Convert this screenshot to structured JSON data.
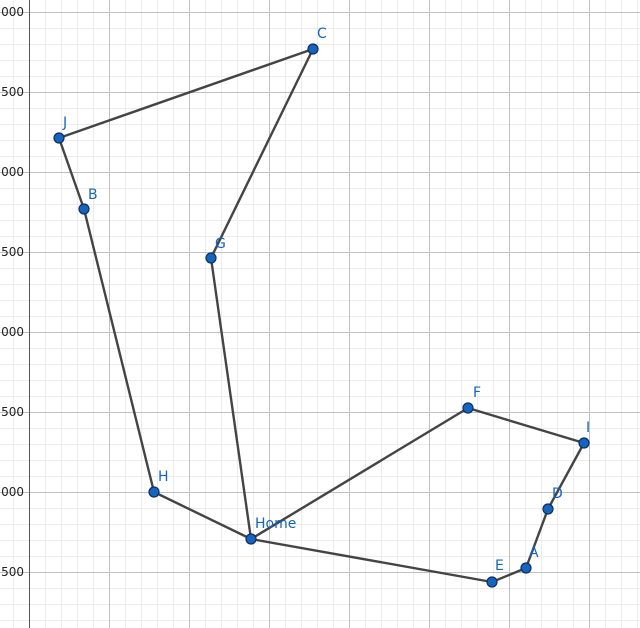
{
  "y_axis_tick_labels": [
    "000",
    "500",
    "000",
    "500",
    "000",
    "500",
    "000",
    "500"
  ],
  "colors": {
    "route": "#444444",
    "node": "#1565c0",
    "label": "#1565c0",
    "major_grid": "#c0c0c0",
    "minor_grid": "#ececec"
  },
  "nodes": [
    {
      "id": "Home"
    },
    {
      "id": "A"
    },
    {
      "id": "B"
    },
    {
      "id": "C"
    },
    {
      "id": "D"
    },
    {
      "id": "E"
    },
    {
      "id": "F"
    },
    {
      "id": "G"
    },
    {
      "id": "H"
    },
    {
      "id": "I"
    },
    {
      "id": "J"
    }
  ],
  "route": [
    "Home",
    "G",
    "C",
    "J",
    "B",
    "H",
    "Home",
    "F",
    "I",
    "D",
    "A",
    "E",
    "Home"
  ]
}
